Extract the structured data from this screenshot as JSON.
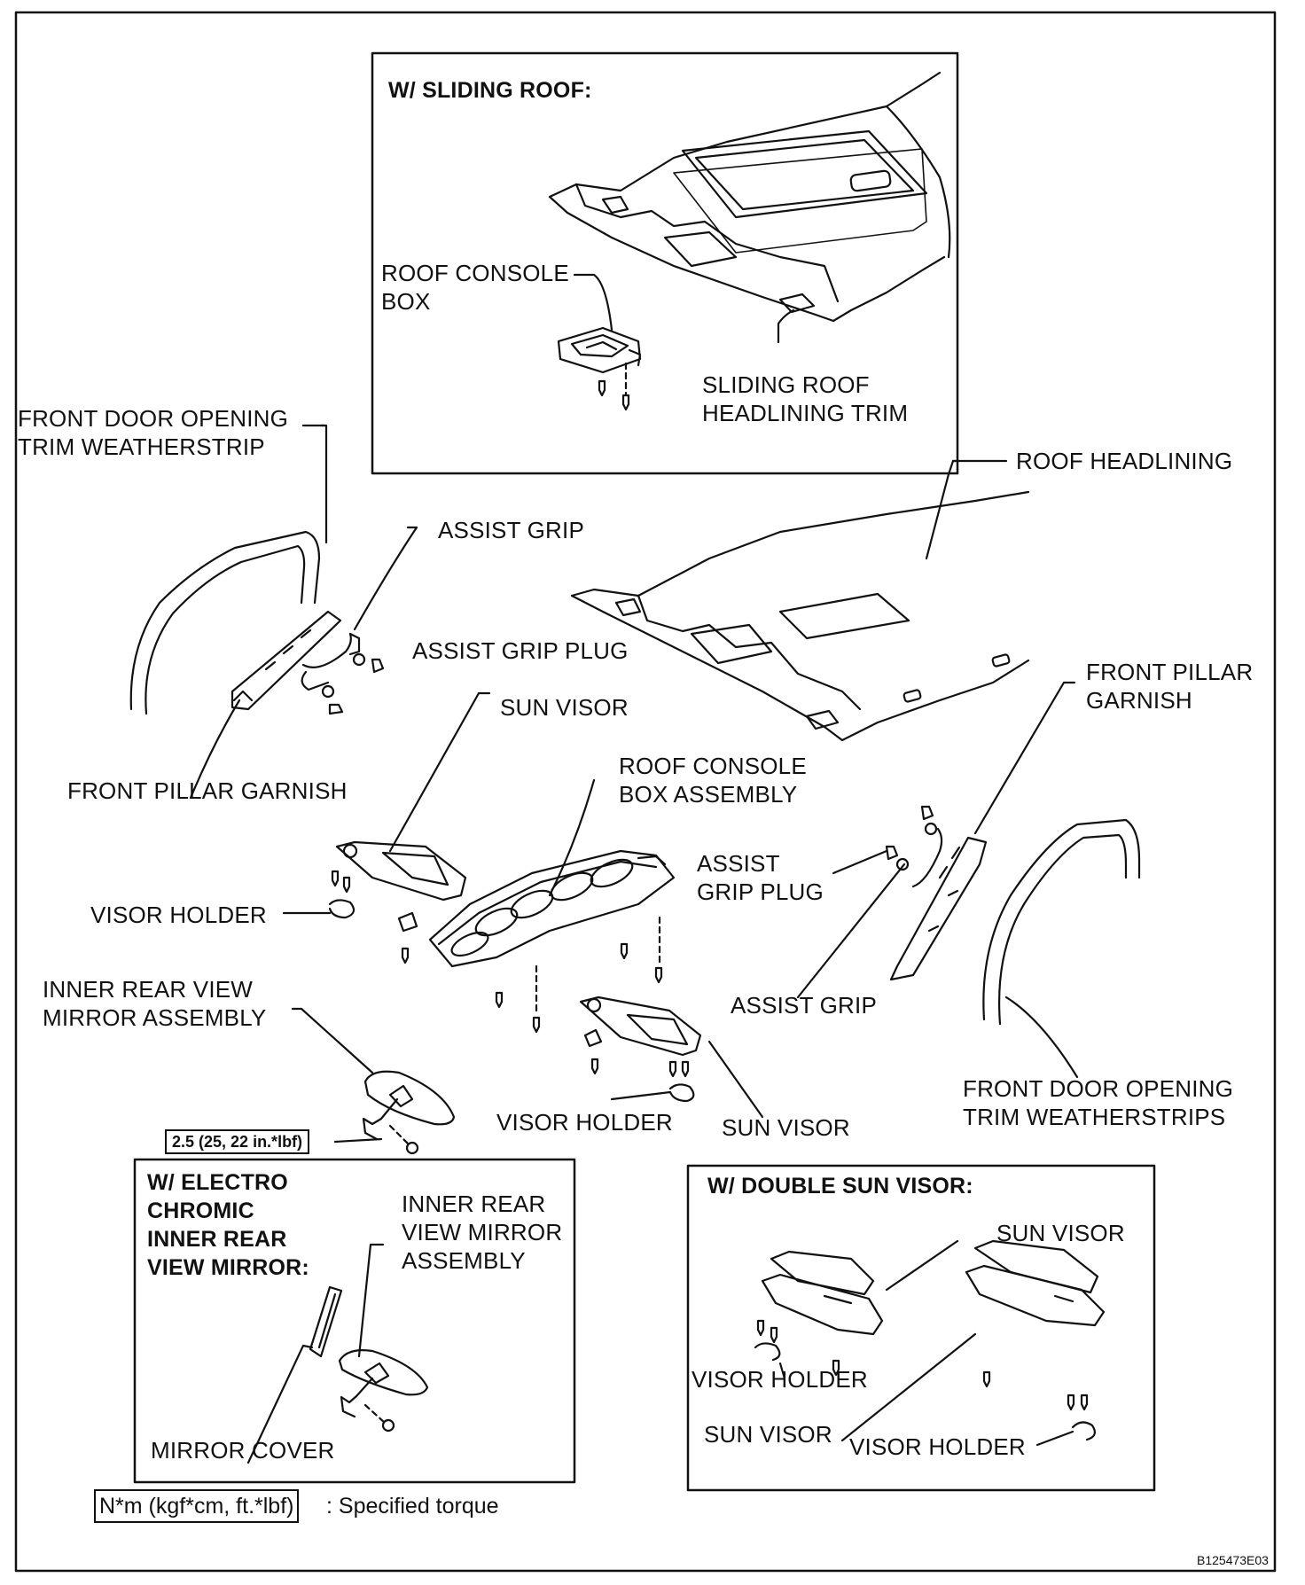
{
  "insets": {
    "sliding_roof": {
      "title": "W/ SLIDING ROOF:",
      "labels": {
        "roof_console_box": "ROOF CONSOLE\nBOX",
        "sliding_roof_headlining_trim": "SLIDING ROOF\nHEADLINING TRIM"
      }
    },
    "electro_chromic": {
      "title": "W/ ELECTRO\nCHROMIC\nINNER REAR\nVIEW MIRROR:",
      "labels": {
        "inner_rear_view_mirror_assembly": "INNER REAR\nVIEW MIRROR\nASSEMBLY",
        "mirror_cover": "MIRROR COVER"
      }
    },
    "double_sun_visor": {
      "title": "W/ DOUBLE SUN VISOR:",
      "labels": {
        "sun_visor_upper": "SUN VISOR",
        "visor_holder_left": "VISOR HOLDER",
        "sun_visor_lower": "SUN VISOR",
        "visor_holder_right": "VISOR HOLDER"
      }
    }
  },
  "main_labels": {
    "front_door_opening_trim_weatherstrip": "FRONT DOOR OPENING\nTRIM WEATHERSTRIP",
    "roof_headlining": "ROOF HEADLINING",
    "assist_grip_top": "ASSIST GRIP",
    "assist_grip_plug_left": "ASSIST GRIP PLUG",
    "front_pillar_garnish_left": "FRONT PILLAR GARNISH",
    "sun_visor_top": "SUN VISOR",
    "roof_console_box_assembly": "ROOF CONSOLE\nBOX ASSEMBLY",
    "front_pillar_garnish_right": "FRONT PILLAR\nGARNISH",
    "assist_grip_plug_right": "ASSIST\nGRIP PLUG",
    "visor_holder_left": "VISOR HOLDER",
    "assist_grip_right": "ASSIST GRIP",
    "inner_rear_view_mirror_assembly": "INNER REAR VIEW\nMIRROR ASSEMBLY",
    "visor_holder_bottom": "VISOR HOLDER",
    "sun_visor_bottom": "SUN VISOR",
    "front_door_opening_trim_weatherstrips": "FRONT DOOR OPENING\nTRIM WEATHERSTRIPS"
  },
  "torque_value": "2.5 (25, 22 in.*lbf)",
  "legend": {
    "box": "N*m (kgf*cm, ft.*lbf)",
    "text": ": Specified torque"
  },
  "figure_code": "B125473E03"
}
